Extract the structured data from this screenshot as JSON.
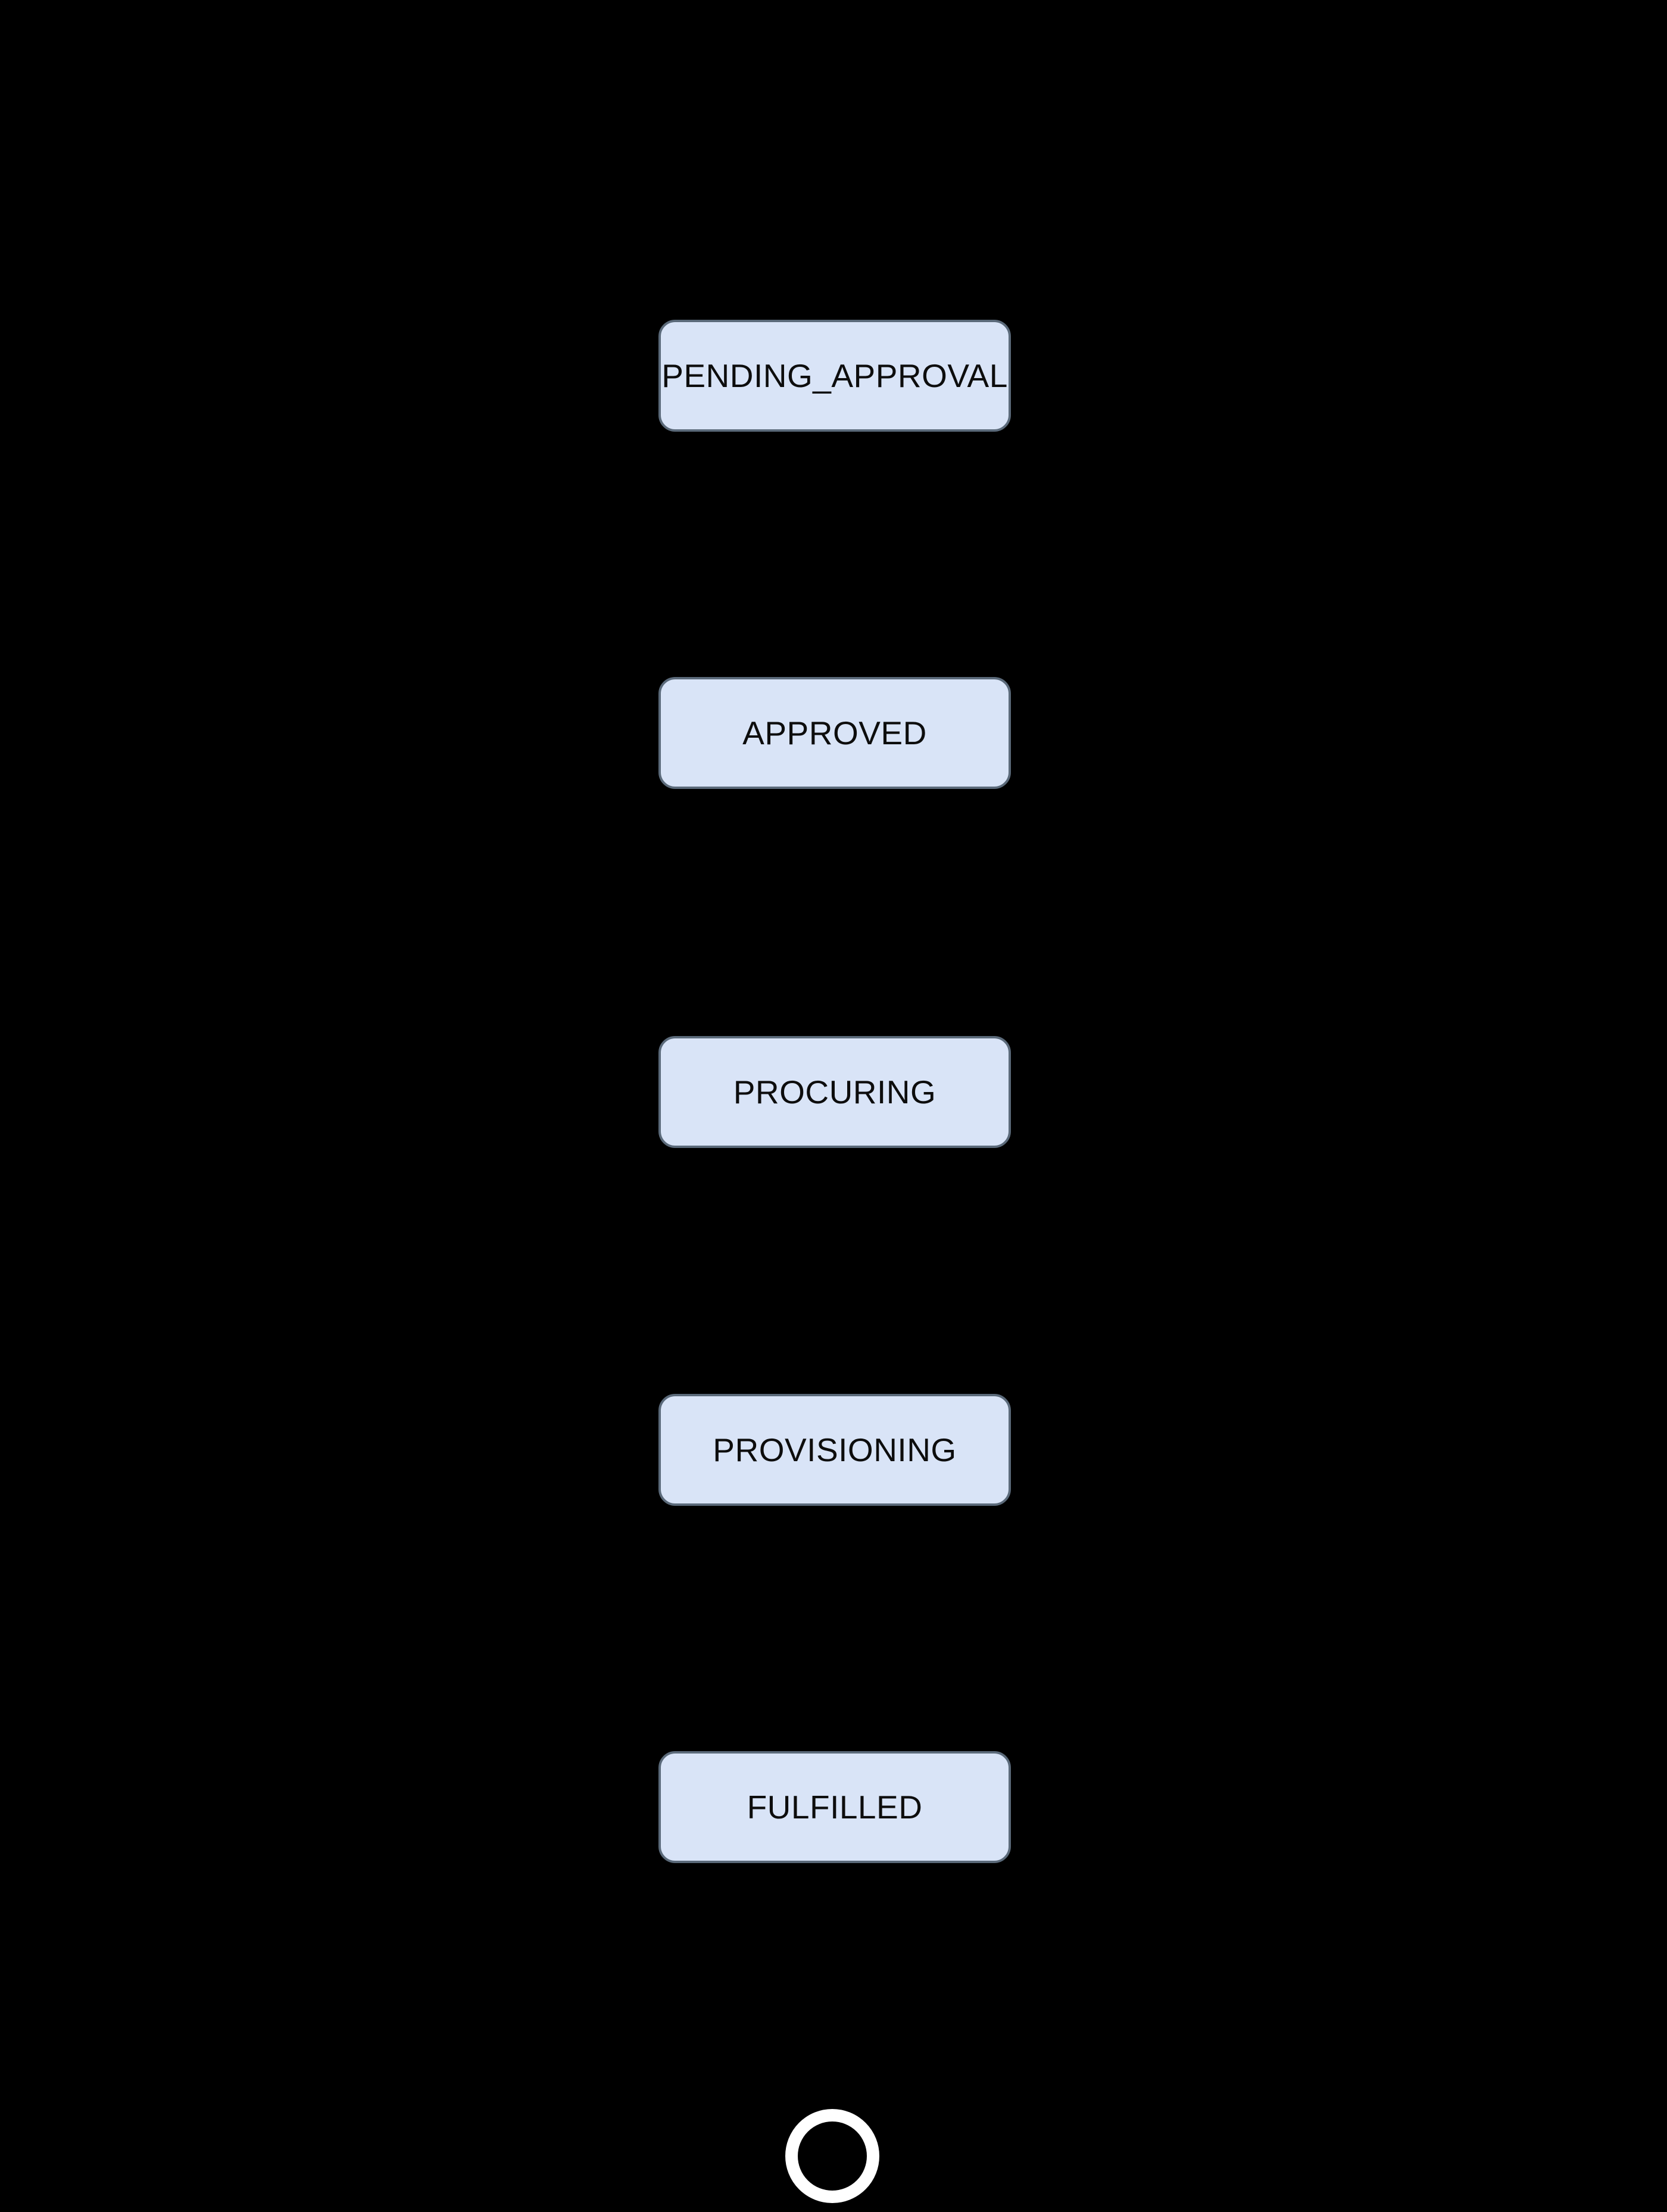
{
  "diagram": {
    "type": "state-machine",
    "background_color": "#000000",
    "node_style": {
      "fill": "#d9e4f7",
      "border_color": "#5b6a7a",
      "text_color": "#0d0d0d"
    },
    "states": [
      {
        "label": "PENDING_APPROVAL"
      },
      {
        "label": "APPROVED"
      },
      {
        "label": "PROCURING"
      },
      {
        "label": "PROVISIONING"
      },
      {
        "label": "FULFILLED"
      }
    ],
    "final_state": {
      "shape": "ring",
      "color": "#ffffff"
    }
  }
}
